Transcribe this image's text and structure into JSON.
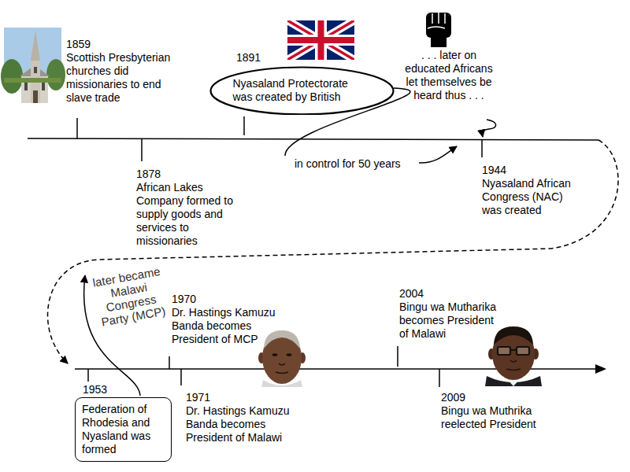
{
  "diagram": {
    "nodes": [
      {
        "text": [
          "1891",
          "Nyasaland Protectorate was created by British"
        ]
      },
      {
        "text": [
          "1953",
          "Federation of Rhodesia and Nyasland was formed"
        ]
      }
    ],
    "labels": [
      "1859",
      "Scottish Presbyterian churches did missionaries to end slave trade",
      "1878",
      "African Lakes Company formed to supply goods and services to missionaries",
      "in control for 50 years",
      ". . . later on educated Africans let themselves be heard thus . . .",
      "1944",
      "Nyasaland African Congress (NAC) was created",
      "later became Malawi Congress Party (MCP)",
      "1970",
      "Dr. Hastings Kamuzu Banda becomes President of MCP",
      "1971",
      "Dr. Hastings Kamuzu Banda becomes President of Malawi",
      "2004",
      "Bingu wa Mutharika becomes President of Malawi",
      "2009",
      "Bingu wa Muthrika reelected President"
    ]
  }
}
